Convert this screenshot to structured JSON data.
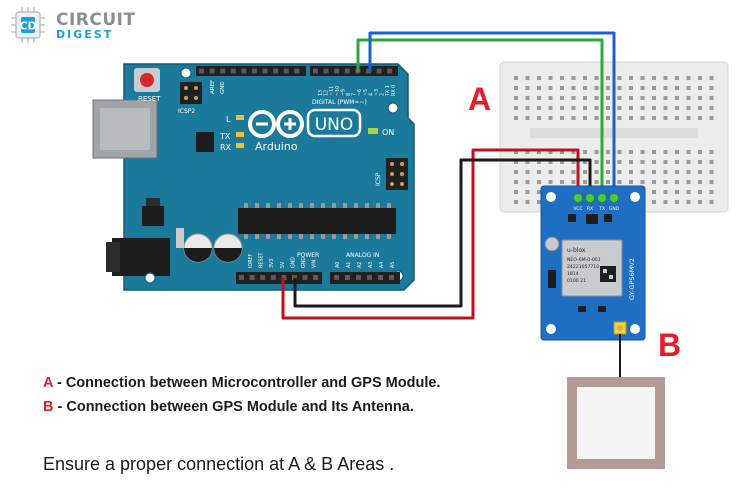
{
  "brand": {
    "title": "CIRCUIT",
    "subtitle": "DIGEST"
  },
  "arduino": {
    "reset_label": "RESET",
    "icsp2_label": "ICSP2",
    "icsp_label": "ICSP",
    "uno_label": "UNO",
    "brand_label": "Arduino",
    "digital_label": "DIGITAL (PWM=~)",
    "power_label": "POWER",
    "analog_label": "ANALOG IN",
    "l_label": "L",
    "tx_label": "TX",
    "rx_label": "RX",
    "on_label": "ON",
    "aref_label": "AREF",
    "gnd_label": "GND",
    "power_pins": [
      "IOREF",
      "RESET",
      "3V3",
      "5V",
      "GND",
      "GND",
      "VIN"
    ],
    "analog_pins": [
      "A0",
      "A1",
      "A2",
      "A3",
      "A4",
      "A5"
    ],
    "digital_pins": [
      "13",
      "12",
      "~11",
      "~10",
      "~9",
      "8",
      "7",
      "~6",
      "~5",
      "4",
      "~3",
      "2",
      "TX 1",
      "RX 0"
    ]
  },
  "gps": {
    "pin_labels": [
      "VCC",
      "RX",
      "TX",
      "GND"
    ],
    "module_lines": [
      "u-blox",
      "NEO-6M-0-001",
      "24221057710",
      "1814",
      "0100 21"
    ],
    "model_label": "GY-GPS6MV2"
  },
  "labels": {
    "a": "A",
    "b": "B"
  },
  "captions": [
    {
      "key": "A",
      "text": " - Connection between Microcontroller and GPS Module."
    },
    {
      "key": "B",
      "text": " - Connection between GPS Module and Its Antenna."
    }
  ],
  "note": "Ensure a proper connection at A & B Areas .",
  "colors": {
    "board": "#1b7a9c",
    "accent": "#e2202a",
    "wire_red": "#c0121a",
    "wire_black": "#1a1a1a",
    "wire_green": "#2aa83a",
    "wire_blue": "#1b5fd6",
    "gps_board": "#1e6fc4"
  }
}
